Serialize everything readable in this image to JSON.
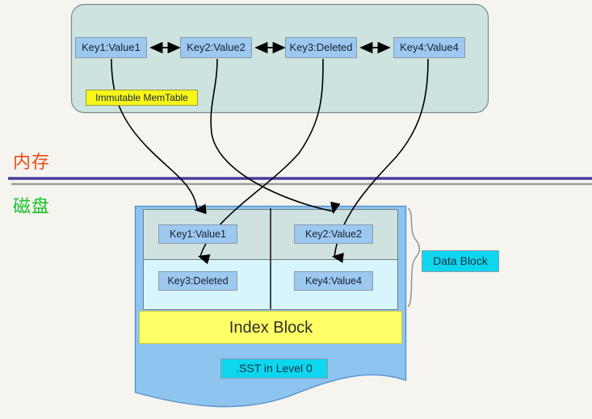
{
  "page": {
    "background": "#f5f4ef",
    "title": "LSM-tree MemTable flush to SST diagram"
  },
  "boundary": {
    "memory_label": "内存",
    "disk_label": "磁盘",
    "memory_color": "#f04a14",
    "disk_color": "#16c22a",
    "divider_line_color": "#4b3a9e",
    "divider_shadow_color": "#9d9d9d"
  },
  "memtable": {
    "container_fill": "#cde3e0",
    "container_stroke": "#7a8a8a",
    "tag_label": "Immutable MemTable",
    "tag_fill": "#f6f619",
    "entries": [
      {
        "label": "Key1:Value1"
      },
      {
        "label": "Key2:Value2"
      },
      {
        "label": "Key3:Deleted"
      },
      {
        "label": "Key4:Value4"
      }
    ],
    "entry_fill": "#9dc8f0",
    "link_arrow": "double-headed"
  },
  "sst": {
    "container_fill": "#8ec5f0",
    "container_stroke": "#5b8fc9",
    "tag_label": ".SST in Level 0",
    "tag_fill": "#0fd6ef",
    "data_block_label": "Data Block",
    "data_block_tag_fill": "#0fd6ef",
    "index_block_label": "Index Block",
    "index_block_fill": "#ffff66",
    "rows": [
      {
        "fill": "#cfe2e0",
        "cells": [
          {
            "label": "Key1:Value1"
          },
          {
            "label": "Key2:Value2"
          }
        ]
      },
      {
        "fill": "#d6f5fc",
        "cells": [
          {
            "label": "Key3:Deleted"
          },
          {
            "label": "Key4:Value4"
          }
        ]
      }
    ]
  },
  "flush_arrows": [
    {
      "from": "Key1:Value1",
      "to": "sst-cell-key1"
    },
    {
      "from": "Key2:Value2",
      "to": "sst-cell-key3"
    },
    {
      "from": "Key3:Deleted",
      "to": "sst-cell-key2"
    },
    {
      "from": "Key4:Value4",
      "to": "sst-cell-key4"
    }
  ]
}
